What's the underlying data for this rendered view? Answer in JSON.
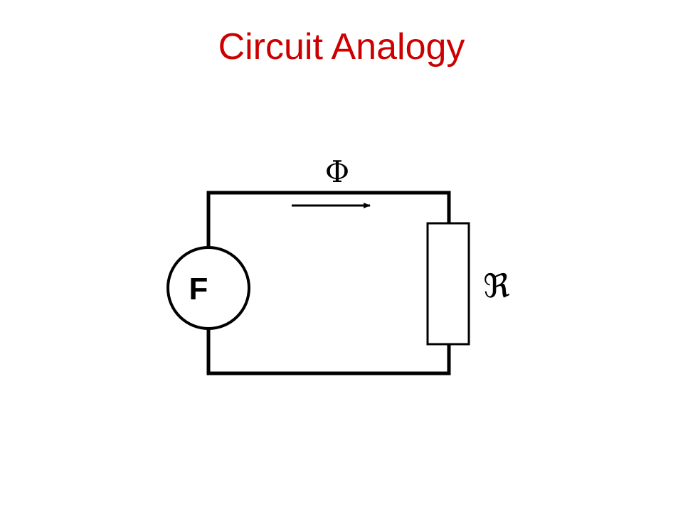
{
  "slide": {
    "title": "Circuit Analogy",
    "title_color": "#cc0000"
  },
  "circuit": {
    "source_label": "F",
    "flux_label": "Φ",
    "reluctance_label": "ℜ",
    "wire_color": "#000000",
    "flux_direction": "clockwise"
  }
}
